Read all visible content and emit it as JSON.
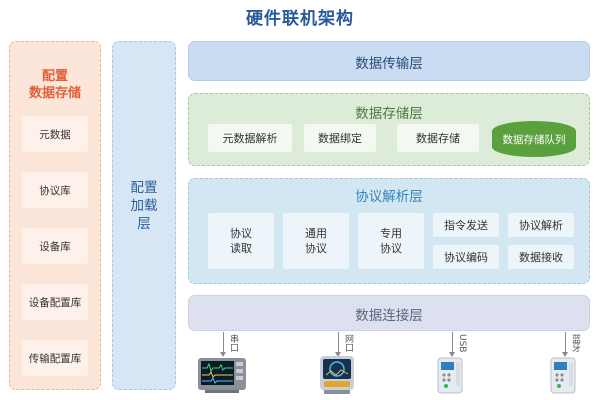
{
  "title": "硬件联机架构",
  "config_storage": {
    "title_line1": "配置",
    "title_line2": "数据存储",
    "items": [
      "元数据",
      "协议库",
      "设备库",
      "设备配置库",
      "传输配置库"
    ]
  },
  "config_loading": {
    "line1": "配置",
    "line2": "加载",
    "line3": "层"
  },
  "layers": {
    "transport": {
      "label": "数据传输层"
    },
    "storage": {
      "label": "数据存储层",
      "items": [
        "元数据解析",
        "数据绑定",
        "数据存储"
      ],
      "queue": "数据存储队列"
    },
    "protocol": {
      "label": "协议解析层",
      "big_items": [
        {
          "line1": "协议",
          "line2": "读取"
        },
        {
          "line1": "通用",
          "line2": "协议"
        },
        {
          "line1": "专用",
          "line2": "协议"
        }
      ],
      "small_items": [
        "指令发送",
        "协议解析",
        "协议编码",
        "数据接收"
      ]
    },
    "connect": {
      "label": "数据连接层"
    }
  },
  "connections": [
    {
      "label": "串口",
      "device_icon": "patient-monitor-icon"
    },
    {
      "label": "网口",
      "device_icon": "ventilator-icon"
    },
    {
      "label": "USB",
      "device_icon": "infusion-pump-icon"
    },
    {
      "label": "蓝牙",
      "device_icon": "infusion-pump-icon"
    }
  ],
  "colors": {
    "title": "#2a5a9c",
    "config_storage_accent": "#e0623c",
    "storage_accent": "#5aa03c",
    "protocol_accent": "#3485b8"
  }
}
